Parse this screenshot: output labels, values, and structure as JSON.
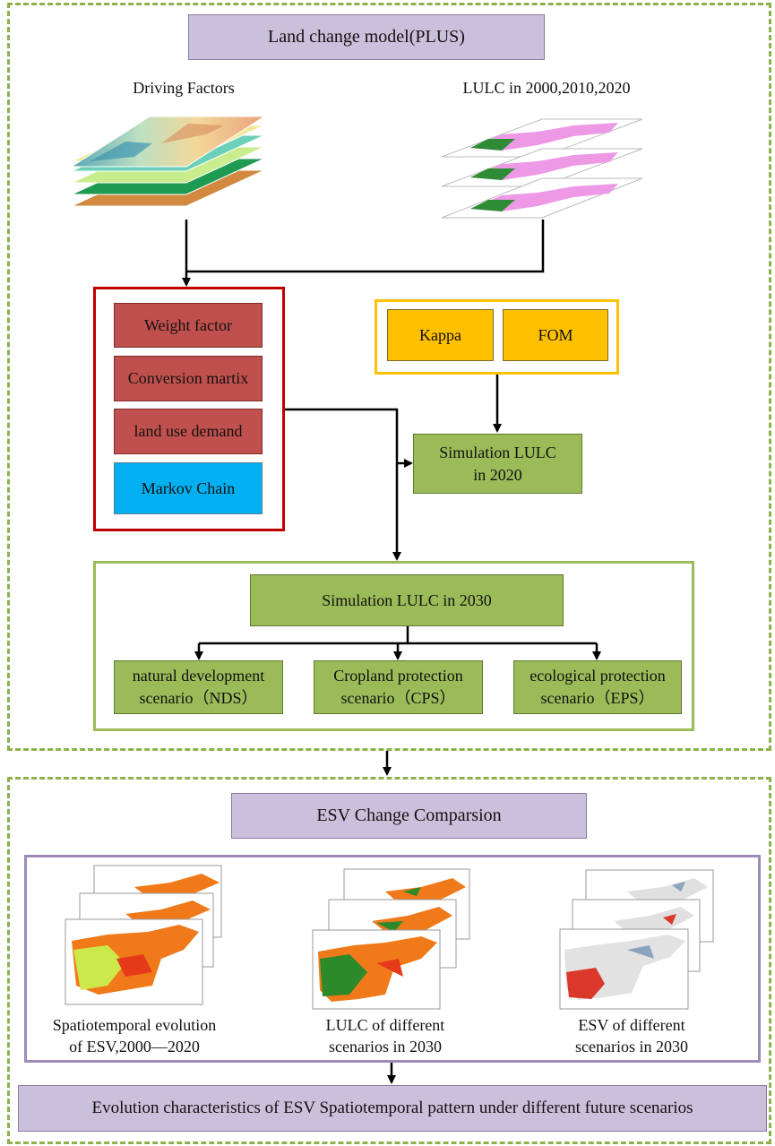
{
  "top_section": {
    "title": "Land change model(PLUS)",
    "driving_factors_label": "Driving Factors",
    "lulc_label": "LULC in 2000,2010,2020",
    "model_box": {
      "items": [
        "Weight factor",
        "Conversion martix",
        "land use demand",
        "Markov Chain"
      ]
    },
    "accuracy_box": {
      "items": [
        "Kappa",
        "FOM"
      ]
    },
    "simulation_2020": [
      "Simulation LULC",
      "in 2020"
    ],
    "simulation_2030": "Simulation LULC in 2030",
    "scenarios": [
      {
        "line1": "natural development",
        "line2": "scenario（NDS）"
      },
      {
        "line1": "Cropland protection",
        "line2": "scenario（CPS）"
      },
      {
        "line1": "ecological protection",
        "line2": "scenario（EPS）"
      }
    ]
  },
  "bottom_section": {
    "title": "ESV Change Comparsion",
    "captions": [
      {
        "line1": "Spatiotemporal evolution",
        "line2": "of ESV,2000—2020"
      },
      {
        "line1": "LULC of different",
        "line2": "scenarios in 2030"
      },
      {
        "line1": "ESV of different",
        "line2": "scenarios in 2030"
      }
    ],
    "conclusion": "Evolution characteristics of ESV Spatiotemporal pattern under different future scenarios"
  },
  "colors": {
    "dash_border": "#8db04a",
    "title_fill": "#cbc0dc",
    "model_fill": "#c0504d",
    "markov_fill": "#00b0f0",
    "accuracy_fill": "#ffc000",
    "simulation_fill": "#9bbb59",
    "model_frame": "#c00000",
    "accuracy_frame": "#ffc000",
    "scenario_frame": "#9bbb59",
    "esv_frame": "#9e8cb8"
  }
}
